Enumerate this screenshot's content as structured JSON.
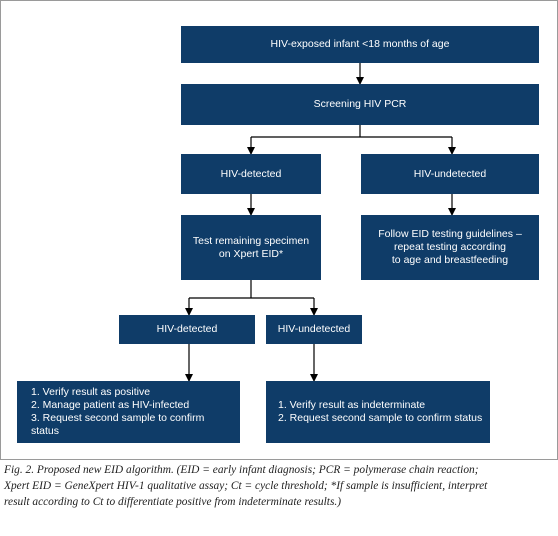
{
  "diagram": {
    "nodes": {
      "infant": [
        "HIV-exposed infant <18 months of age"
      ],
      "screening": [
        "Screening HIV PCR"
      ],
      "detected1": [
        "HIV-detected"
      ],
      "undetected1": [
        "HIV-undetected"
      ],
      "test_remaining": [
        "Test remaining specimen",
        "on Xpert EID*"
      ],
      "follow_eid": [
        "Follow EID testing guidelines –",
        "repeat testing according",
        "to age and breastfeeding"
      ],
      "detected2": [
        "HIV-detected"
      ],
      "undetected2": [
        "HIV-undetected"
      ],
      "positive_actions": [
        "1. Verify result as positive",
        "2. Manage patient as HIV-infected",
        "3. Request second sample to confirm status"
      ],
      "indeterminate_actions": [
        "1. Verify result as indeterminate",
        "2. Request second sample to confirm status"
      ]
    },
    "colors": {
      "box": "#0f3c68",
      "box_text": "#ffffff",
      "line": "#000000",
      "frame": "#9a9a9a"
    }
  },
  "caption": {
    "lines": [
      "Fig. 2. Proposed new EID algorithm. (EID = early infant diagnosis; PCR = polymerase chain reaction;",
      "Xpert EID = GeneXpert HIV-1 qualitative assay; Ct = cycle threshold; *If sample is insufficient, interpret",
      "result according to Ct to differentiate positive from indeterminate results.)"
    ]
  }
}
